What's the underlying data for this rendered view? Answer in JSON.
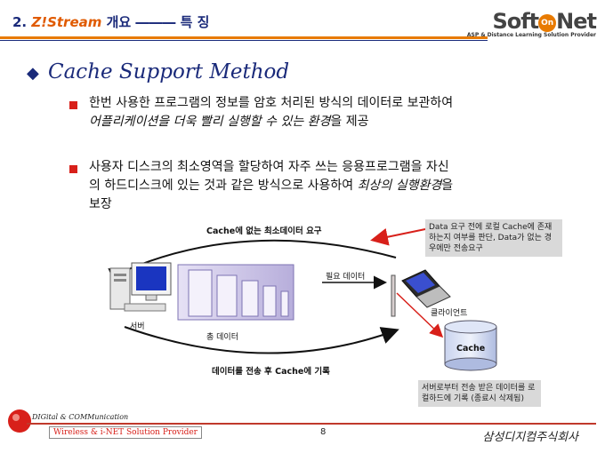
{
  "header": {
    "prefix": "2. ",
    "brand": "Z!Stream",
    "rest": " 개요 ――― 특 징"
  },
  "logo": {
    "soft": "Soft",
    "on": "On",
    "net": "Net",
    "tagline": "ASP & Distance Learning Solution Provider"
  },
  "title": "Cache  Support  Method",
  "bullets": [
    {
      "line1": "한번 사용한 프로그램의 정보를 암호 처리된 방식의 데이터로 보관하여",
      "emph": "어플리케이션을 더욱 빨리 실행할 수 있는 환경",
      "tail": "을 제공"
    },
    {
      "line1": "사용자 디스크의 최소영역을 할당하여 자주 쓰는 응용프로그램을 자신",
      "line2a": "의 하드디스크에 있는 것과 같은 방식으로 사용하여 ",
      "emph": "최상의 실행환경",
      "line2b": "을",
      "line3": "보장"
    }
  ],
  "diagram": {
    "top_arrow_label": "Cache에 없는 최소데이터 요구",
    "bottom_arrow_label": "데이터를 전송 후 Cache에 기록",
    "needed_data": "필요 데이터",
    "server": "서버",
    "total_data": "총 데이터",
    "client": "클라이언트",
    "cache": "Cache",
    "note_top": "Data 요구 전에 로컬 Cache에 존재하는지 여부를 판단, Data가 없는 경우에만 전송요구",
    "note_bottom": "서버로부터 전송 받은 데이터를 로컬하드에 기록 (종료시 삭제됨)"
  },
  "footer": {
    "digital": "DIGital & COMMunication",
    "left": "Wireless & i-NET Solution Provider",
    "page": "8",
    "company": "삼성디지컴주식회사"
  },
  "colors": {
    "navy": "#1a2a7a",
    "orange": "#e87a00",
    "red": "#d8201a"
  }
}
